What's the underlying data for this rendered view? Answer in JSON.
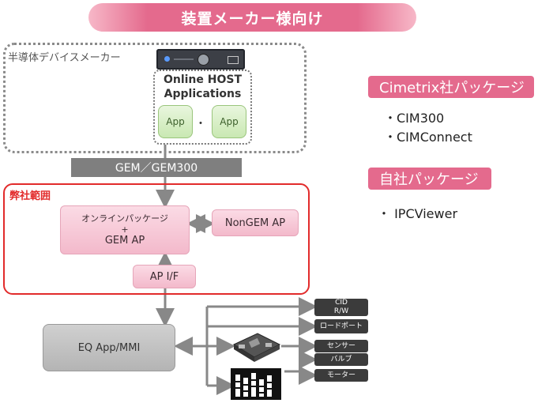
{
  "banner": {
    "title": "装置メーカー様向け"
  },
  "maker_label": "半導体デバイスメーカー",
  "host": {
    "title_line1": "Online HOST",
    "title_line2": "Applications",
    "app1": "App",
    "app2": "App",
    "ellipsis": "・・・"
  },
  "gem_bar": "GEM／GEM300",
  "scope_label": "弊社範囲",
  "online_pkg": {
    "line1": "オンラインパッケージ",
    "line2": "+",
    "line3": "GEM  AP"
  },
  "nongem": "NonGEM  AP",
  "apif": "AP  I/F",
  "eqapp": "EQ App/MMI",
  "devices": {
    "cid_line1": "CID",
    "cid_line2": "R/W",
    "loadport": "ロードポート",
    "sensor": "センサー",
    "valve": "バルブ",
    "motor": "モーター"
  },
  "right_panel": {
    "cimetrix_badge": "Cimetrix社パッケージ",
    "cimetrix_items": [
      "・CIM300",
      "・CIMConnect"
    ],
    "own_badge": "自社パッケージ",
    "own_items": [
      "・ IPCViewer"
    ]
  },
  "colors": {
    "accent_pink": "#e46a8d",
    "scope_red": "#e22b2b",
    "gem_gray": "#7f7f7f",
    "app_green": "#c9e8b2"
  }
}
